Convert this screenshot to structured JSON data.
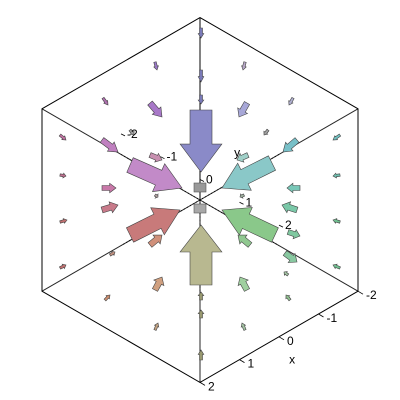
{
  "chart_data": {
    "type": "vector-field-3d",
    "title": "",
    "axes": {
      "x": {
        "label": "x",
        "ticks": [
          "2",
          "1",
          "0",
          "-1",
          "-2"
        ],
        "range": [
          -2,
          2
        ]
      },
      "y": {
        "label": "y",
        "ticks": [
          "2",
          "1",
          "0",
          "-1",
          "-2"
        ],
        "range": [
          -2,
          2
        ]
      },
      "z": {
        "label": "",
        "ticks": [],
        "range": [
          -2,
          2
        ]
      }
    },
    "field": {
      "description_of_pattern": "arrows point radially toward the origin; length grows toward the centre",
      "grid": [
        -2,
        -1,
        0,
        1,
        2
      ]
    },
    "box": true,
    "axes_style": "normal",
    "colors": {
      "top_arrow": "#8a8ac8",
      "bottom_arrow": "#b8b890",
      "upper_left": "#c28ac8",
      "upper_right": "#8ac8c8",
      "lower_left": "#c87a7a",
      "lower_right": "#8ac88a",
      "left_mid": "#c87a9a",
      "right_mid": "#7ac8a8"
    }
  }
}
